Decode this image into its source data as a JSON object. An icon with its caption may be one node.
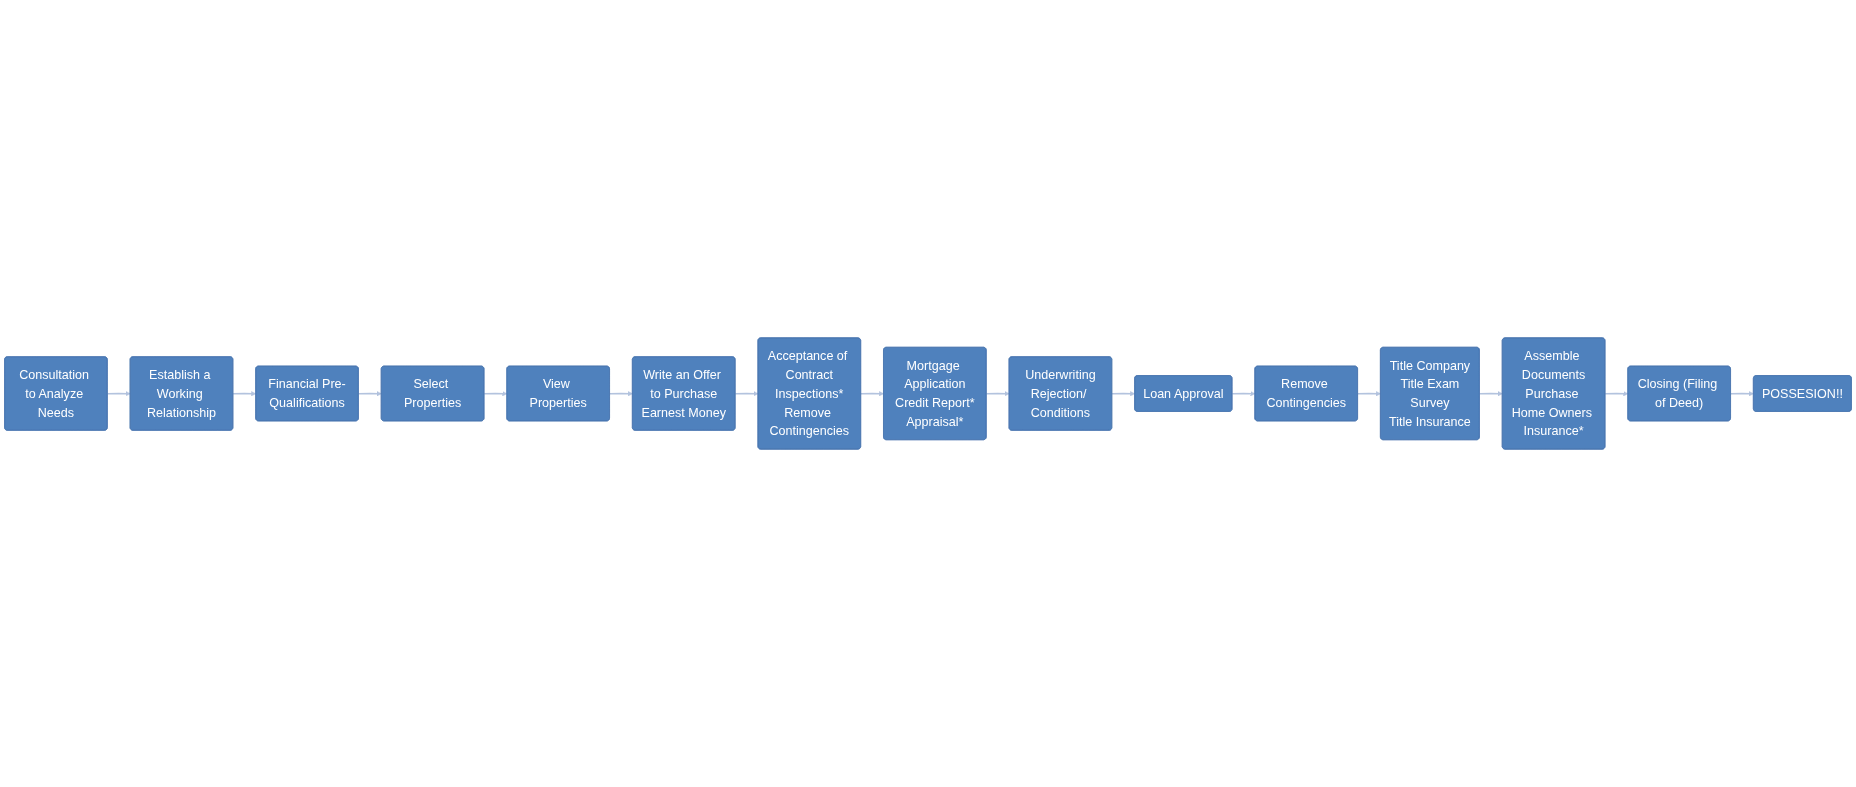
{
  "diagram": {
    "nodes": [
      {
        "text": [
          "Consultation to Analyze Needs"
        ]
      },
      {
        "text": [
          "Establish a Working Relationship"
        ]
      },
      {
        "text": [
          "Financial Pre-Qualifications"
        ]
      },
      {
        "text": [
          "Select Properties"
        ]
      },
      {
        "text": [
          "View Properties"
        ]
      },
      {
        "text": [
          "Write an Offer to Purchase",
          "Earnest Money"
        ]
      },
      {
        "text": [
          "Acceptance of Contract",
          "Inspections*",
          "Remove Contingencies"
        ]
      },
      {
        "text": [
          "Mortgage Application",
          "Credit Report*",
          "Appraisal*"
        ]
      },
      {
        "text": [
          "Underwriting",
          "Rejection/ Conditions"
        ]
      },
      {
        "text": [
          "Loan Approval"
        ]
      },
      {
        "text": [
          "Remove Contingencies"
        ]
      },
      {
        "text": [
          "Title Company",
          "Title Exam",
          "Survey",
          "Title Insurance"
        ]
      },
      {
        "text": [
          "Assemble Documents",
          "Purchase Home Owners Insurance*"
        ]
      },
      {
        "text": [
          "Closing (Filing of Deed)"
        ]
      },
      {
        "text": [
          "POSSESION!!"
        ]
      }
    ],
    "edges": [
      {
        "from": 0,
        "to": 1,
        "arrow": "to"
      },
      {
        "from": 1,
        "to": 2,
        "arrow": "to"
      },
      {
        "from": 2,
        "to": 3,
        "arrow": "to"
      },
      {
        "from": 3,
        "to": 4,
        "arrow": "to"
      },
      {
        "from": 4,
        "to": 5,
        "arrow": "to"
      },
      {
        "from": 5,
        "to": 6,
        "arrow": "to"
      },
      {
        "from": 6,
        "to": 7,
        "arrow": "to"
      },
      {
        "from": 7,
        "to": 8,
        "arrow": "to"
      },
      {
        "from": 8,
        "to": 9,
        "arrow": "to"
      },
      {
        "from": 9,
        "to": 10,
        "arrow": "to"
      },
      {
        "from": 10,
        "to": 11,
        "arrow": "to"
      },
      {
        "from": 11,
        "to": 12,
        "arrow": "to"
      },
      {
        "from": 12,
        "to": 13,
        "arrow": "to"
      },
      {
        "from": 13,
        "to": 14,
        "arrow": "to"
      }
    ]
  }
}
